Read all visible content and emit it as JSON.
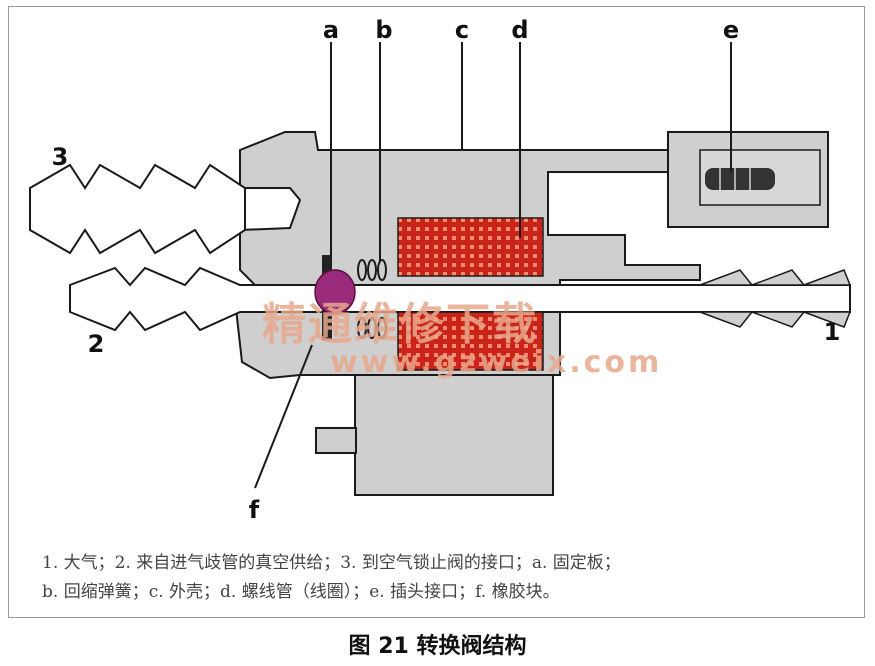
{
  "diagram": {
    "part_labels": {
      "a": "a",
      "b": "b",
      "c": "c",
      "d": "d",
      "e": "e",
      "f": "f"
    },
    "port_labels": {
      "p1": "1",
      "p2": "2",
      "p3": "3"
    },
    "colors": {
      "housing": "#cfcfcf",
      "outline": "#1a1a1a",
      "coil": "#c8241a",
      "coil_dots": "#ff8a70",
      "rubber_block": "#9a2b7a",
      "plug_contact": "#333333"
    }
  },
  "watermark": {
    "line1": "精通维修下载",
    "line2": "www.gzweix.com"
  },
  "caption": {
    "line1": "1. 大气；2. 来自进气歧管的真空供给；3. 到空气锁止阀的接口；a. 固定板；",
    "line2": "b. 回缩弹簧；c. 外壳；d. 螺线管（线圈）；e. 插头接口；f. 橡胶块。"
  },
  "figure_title": "图 21 转换阀结构"
}
